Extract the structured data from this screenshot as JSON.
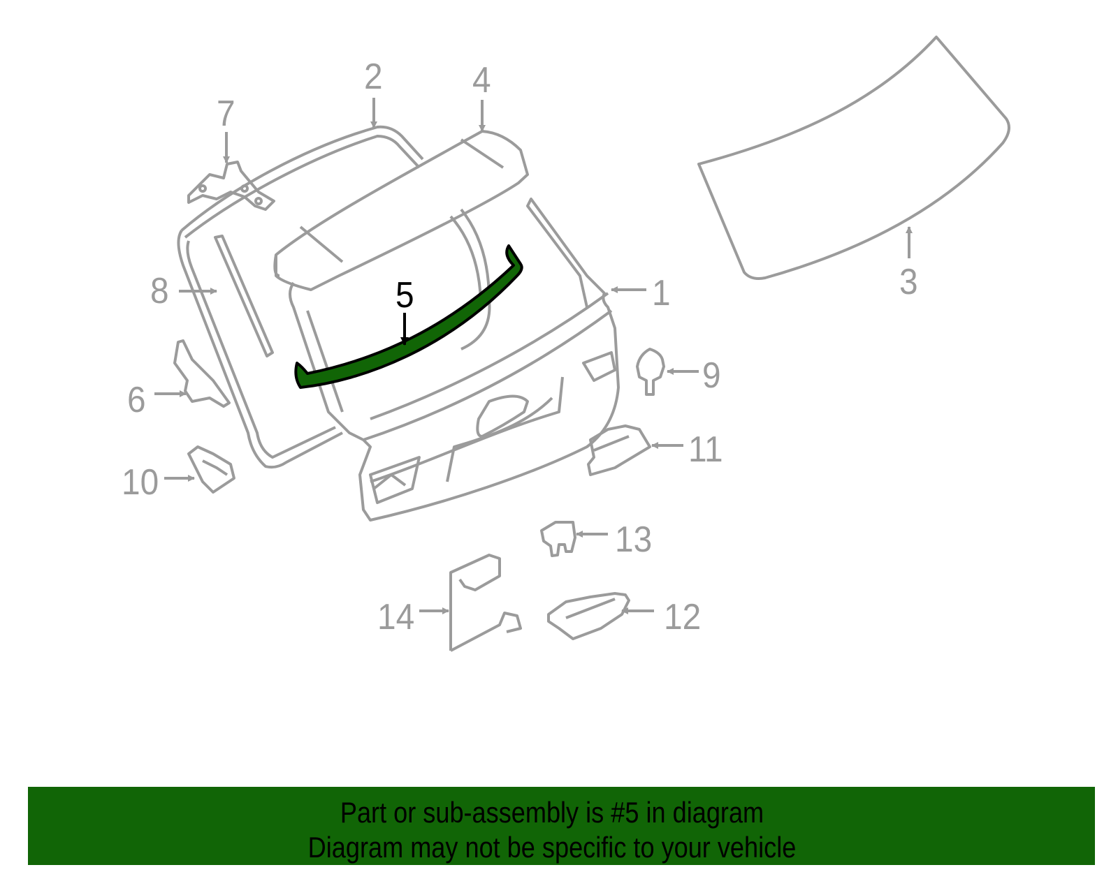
{
  "diagram": {
    "highlighted_part": "5",
    "colors": {
      "line_gray": "#9b9b9b",
      "highlight_fill": "#116506",
      "highlight_stroke": "#000000",
      "banner_bg": "#116506"
    },
    "callouts": [
      {
        "id": "1",
        "label": "1"
      },
      {
        "id": "2",
        "label": "2"
      },
      {
        "id": "3",
        "label": "3"
      },
      {
        "id": "4",
        "label": "4"
      },
      {
        "id": "5",
        "label": "5"
      },
      {
        "id": "6",
        "label": "6"
      },
      {
        "id": "7",
        "label": "7"
      },
      {
        "id": "8",
        "label": "8"
      },
      {
        "id": "9",
        "label": "9"
      },
      {
        "id": "10",
        "label": "10"
      },
      {
        "id": "11",
        "label": "11"
      },
      {
        "id": "12",
        "label": "12"
      },
      {
        "id": "13",
        "label": "13"
      },
      {
        "id": "14",
        "label": "14"
      }
    ]
  },
  "banner": {
    "line1": "Part or sub-assembly is #5 in diagram",
    "line2": "Diagram may not be specific to your vehicle"
  }
}
